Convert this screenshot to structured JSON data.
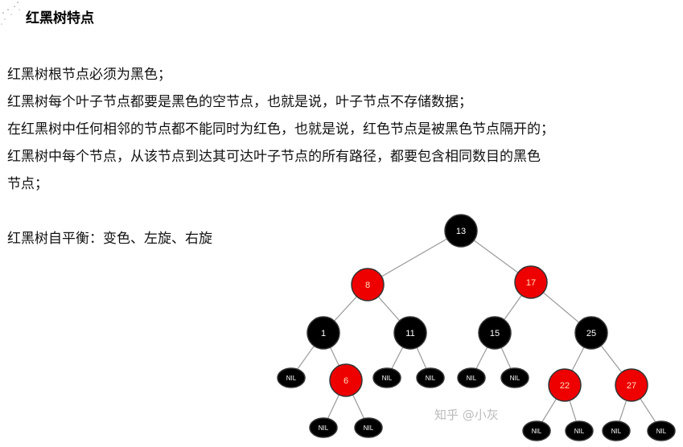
{
  "title": "红黑树特点",
  "lines": [
    "红黑树根节点必须为黑色；",
    "红黑树每个叶子节点都要是黑色的空节点，也就是说，叶子节点不存储数据；",
    "在红黑树中任何相邻的节点都不能同时为红色，也就是说，红色节点是被黑色节点隔开的；",
    "红黑树中每个节点，从该节点到达其可达叶子节点的所有路径，都要包含相同数目的黑色",
    "节点；",
    "",
    "红黑树自平衡：变色、左旋、右旋"
  ],
  "tree": {
    "colors": {
      "red": "#ee0000",
      "black": "#000000"
    },
    "nodes": [
      {
        "id": "n13",
        "label": "13",
        "color": "black"
      },
      {
        "id": "n8",
        "label": "8",
        "color": "red"
      },
      {
        "id": "n17",
        "label": "17",
        "color": "red"
      },
      {
        "id": "n1",
        "label": "1",
        "color": "black"
      },
      {
        "id": "n11",
        "label": "11",
        "color": "black"
      },
      {
        "id": "n15",
        "label": "15",
        "color": "black"
      },
      {
        "id": "n25",
        "label": "25",
        "color": "black"
      },
      {
        "id": "n6",
        "label": "6",
        "color": "red"
      },
      {
        "id": "n22",
        "label": "22",
        "color": "red"
      },
      {
        "id": "n27",
        "label": "27",
        "color": "red"
      },
      {
        "id": "l1a",
        "label": "NIL",
        "color": "black",
        "leaf": true
      },
      {
        "id": "l11a",
        "label": "NIL",
        "color": "black",
        "leaf": true
      },
      {
        "id": "l11b",
        "label": "NIL",
        "color": "black",
        "leaf": true
      },
      {
        "id": "l15a",
        "label": "NIL",
        "color": "black",
        "leaf": true
      },
      {
        "id": "l15b",
        "label": "NIL",
        "color": "black",
        "leaf": true
      },
      {
        "id": "l6a",
        "label": "NIL",
        "color": "black",
        "leaf": true
      },
      {
        "id": "l6b",
        "label": "NIL",
        "color": "black",
        "leaf": true
      },
      {
        "id": "l22a",
        "label": "NIL",
        "color": "black",
        "leaf": true
      },
      {
        "id": "l22b",
        "label": "NIL",
        "color": "black",
        "leaf": true
      },
      {
        "id": "l27a",
        "label": "NIL",
        "color": "black",
        "leaf": true
      },
      {
        "id": "l27b",
        "label": "NIL",
        "color": "black",
        "leaf": true
      }
    ],
    "edges": [
      [
        "n13",
        "n8"
      ],
      [
        "n13",
        "n17"
      ],
      [
        "n8",
        "n1"
      ],
      [
        "n8",
        "n11"
      ],
      [
        "n1",
        "l1a"
      ],
      [
        "n1",
        "n6"
      ],
      [
        "n6",
        "l6a"
      ],
      [
        "n6",
        "l6b"
      ],
      [
        "n11",
        "l11a"
      ],
      [
        "n11",
        "l11b"
      ],
      [
        "n17",
        "n15"
      ],
      [
        "n17",
        "n25"
      ],
      [
        "n15",
        "l15a"
      ],
      [
        "n15",
        "l15b"
      ],
      [
        "n25",
        "n22"
      ],
      [
        "n25",
        "n27"
      ],
      [
        "n22",
        "l22a"
      ],
      [
        "n22",
        "l22b"
      ],
      [
        "n27",
        "l27a"
      ],
      [
        "n27",
        "l27b"
      ]
    ]
  },
  "watermark": "知乎 @小灰"
}
